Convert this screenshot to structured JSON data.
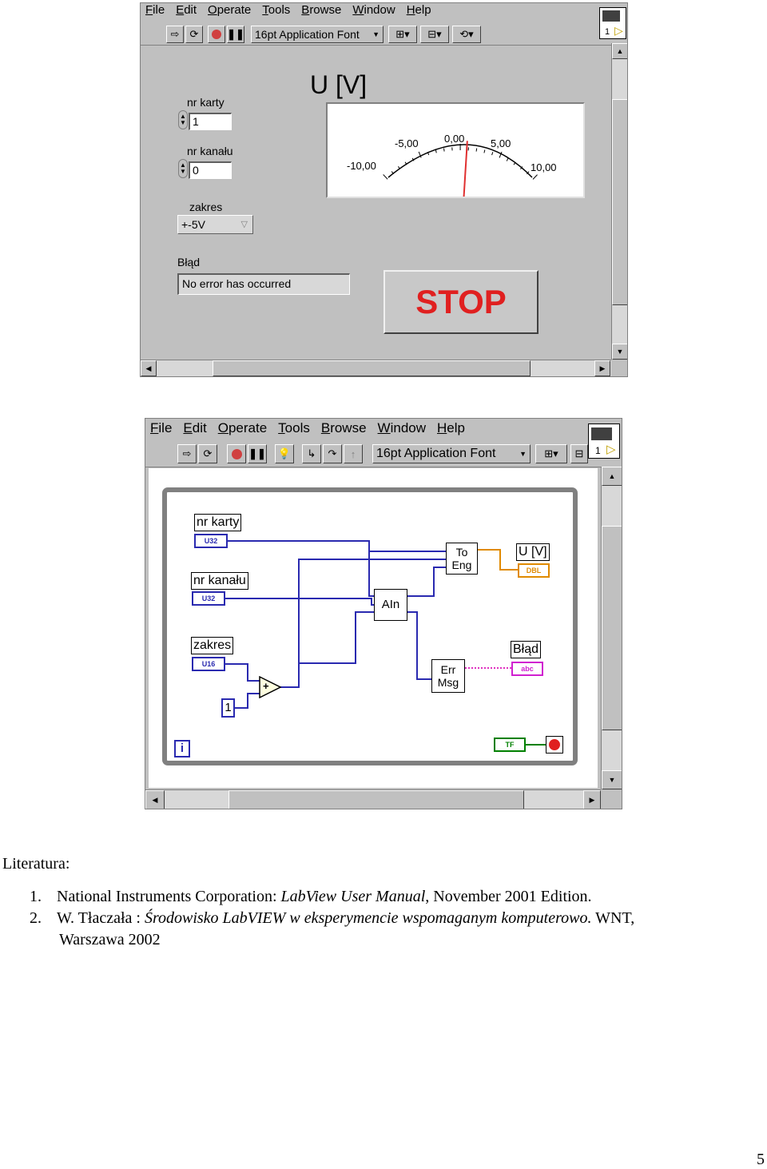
{
  "front_panel": {
    "menu": [
      "File",
      "Edit",
      "Operate",
      "Tools",
      "Browse",
      "Window",
      "Help"
    ],
    "font_selector": "16pt Application Font",
    "icon_number": "1",
    "meter": {
      "title": "U [V]",
      "scale_labels": [
        "-10,00",
        "-5,00",
        "0,00",
        "5,00",
        "10,00"
      ],
      "range": [
        -10,
        10
      ],
      "value": 0.8
    },
    "controls": {
      "card_label": "nr karty",
      "card_value": "1",
      "channel_label": "nr kanału",
      "channel_value": "0",
      "range_label": "zakres",
      "range_value": "+-5V",
      "error_label": "Błąd",
      "error_value": "No error has occurred"
    },
    "stop_label": "STOP"
  },
  "block_diagram": {
    "menu": [
      "File",
      "Edit",
      "Operate",
      "Tools",
      "Browse",
      "Window",
      "Help"
    ],
    "font_selector": "16pt Application Font",
    "icon_number": "1",
    "terminals": {
      "card_label": "nr karty",
      "card_type": "U32",
      "channel_label": "nr kanału",
      "channel_type": "U32",
      "range_label": "zakres",
      "range_type": "U16",
      "meter_label": "U [V]",
      "meter_type": "DBL",
      "error_label": "Błąd",
      "error_type": "abc",
      "stop_type": "TF"
    },
    "nodes": {
      "to_eng": "To Eng",
      "ain": "AIn",
      "err_msg": "Err Msg",
      "constant": "1",
      "add": "+",
      "iteration": "i"
    }
  },
  "literature": {
    "heading": "Literatura:",
    "items": [
      {
        "num": "1.",
        "author": "National Instruments Corporation: ",
        "title": "LabView User Manual",
        "rest": ", November 2001 Edition."
      },
      {
        "num": "2.",
        "author": "W. Tłaczała : ",
        "title": "Środowisko LabVIEW w eksperymencie wspomaganym komputerowo.",
        "rest": " WNT,",
        "rest2": "Warszawa 2002"
      }
    ]
  },
  "page_number": "5",
  "colors": {
    "window_bg": "#c0c0c0",
    "stop_text": "#e02020",
    "needle": "#e03030",
    "u32_terminal": "#2a2ab0",
    "dbl_terminal": "#e08a00",
    "string_terminal": "#d020d0",
    "bool_terminal": "#008000",
    "wire_blue": "#2a2ab0",
    "wire_orange": "#e08a00",
    "wire_pink": "#e030c0"
  }
}
